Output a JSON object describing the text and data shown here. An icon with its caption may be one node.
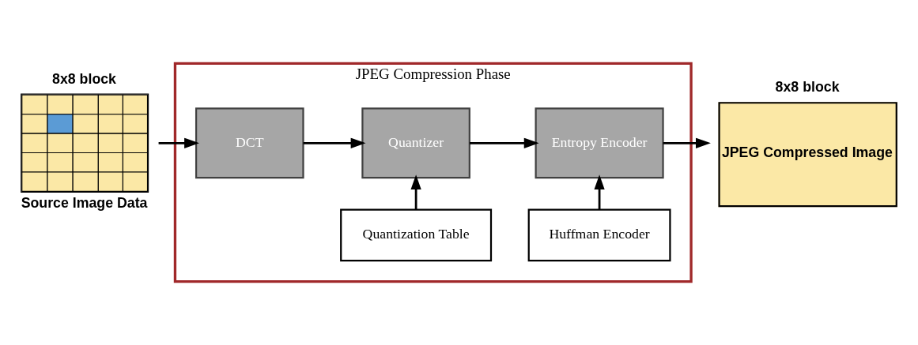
{
  "diagram": {
    "nodes": [
      {
        "text": [
          "JPEG Compression Phase"
        ]
      },
      {
        "text": [
          "8x8 block",
          "Source Image Data"
        ]
      },
      {
        "text": [
          "Quantization Table"
        ],
        "in": 0
      },
      {
        "text": [
          "Huffman Encoder"
        ],
        "in": 0
      },
      {
        "text": [
          "DCT"
        ],
        "in": 0
      },
      {
        "text": [
          "Quantizer"
        ],
        "in": 0
      },
      {
        "text": [
          "Entropy Encoder"
        ],
        "in": 0
      },
      {
        "text": [
          "8x8 block",
          "JPEG Compressed Image"
        ]
      }
    ],
    "edges": [
      {
        "from": 1,
        "to": 4,
        "arrow": "to"
      },
      {
        "from": 4,
        "to": 5,
        "arrow": "to"
      },
      {
        "from": 5,
        "to": 6,
        "arrow": "to"
      },
      {
        "from": 6,
        "to": 7,
        "arrow": "to"
      },
      {
        "from": 2,
        "to": 5,
        "arrow": "to"
      },
      {
        "from": 3,
        "to": 6,
        "arrow": "to"
      }
    ]
  }
}
